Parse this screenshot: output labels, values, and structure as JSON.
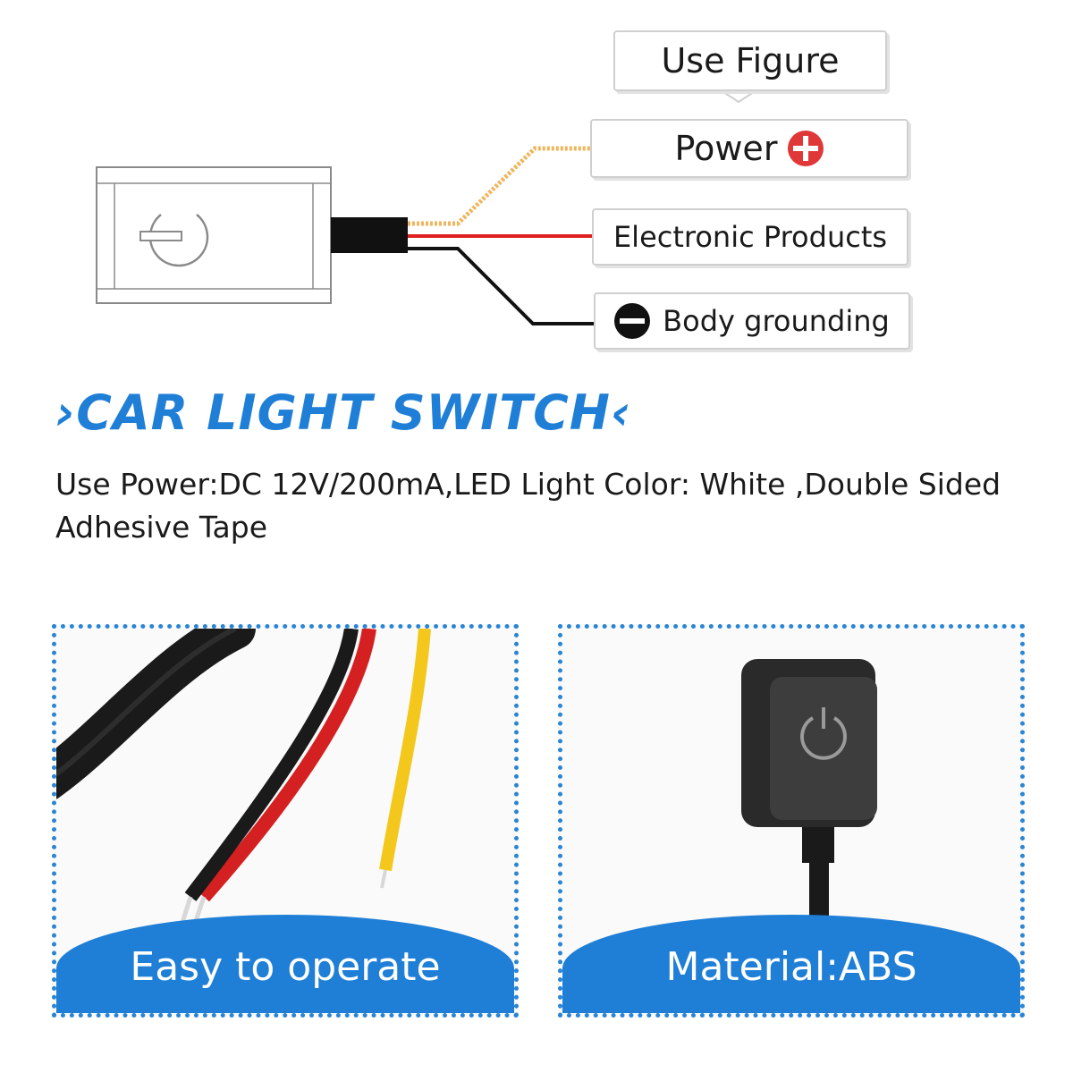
{
  "diagram": {
    "title": "Use Figure",
    "power_label": "Power",
    "electronic_label": "Electronic Products",
    "ground_label": "Body grounding",
    "icons": {
      "power": "plus-icon",
      "ground": "minus-icon",
      "switch": "power-icon"
    },
    "wire_colors": {
      "power": "#f0b45a",
      "electronic": "#e02020",
      "ground": "#111111"
    }
  },
  "headline": "›CAR LIGHT SWITCH‹",
  "description": "Use Power:DC 12V/200mA,LED Light Color: White ,Double Sided Adhesive Tape",
  "panels": [
    {
      "caption": "Easy to operate"
    },
    {
      "caption": "Material:ABS"
    }
  ],
  "colors": {
    "accent": "#1f7ed6"
  }
}
